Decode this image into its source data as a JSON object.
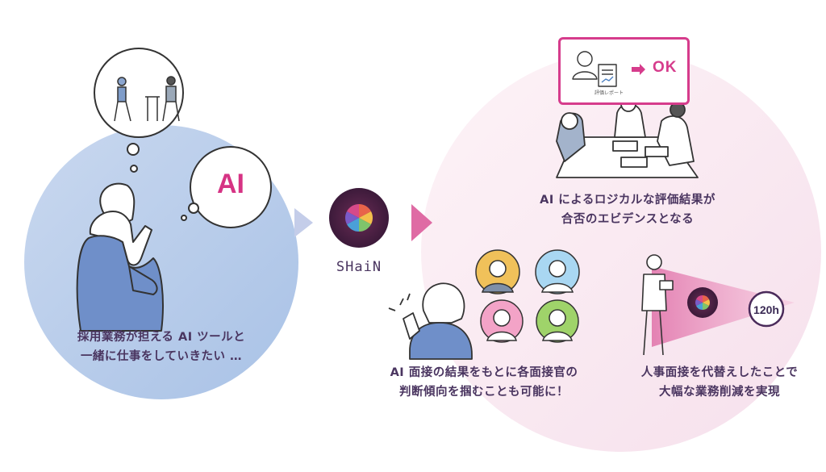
{
  "bubble": {
    "text": "AI"
  },
  "logo": {
    "label": "SHaiN"
  },
  "evaluation": {
    "ok_text": "OK",
    "report_label": "評価レポート"
  },
  "reduction": {
    "hours": "120h"
  },
  "captions": {
    "left": [
      "採用業務が担える AI ツールと",
      "一緒に仕事をしていきたい …"
    ],
    "top_right": [
      "AI によるロジカルな評価結果が",
      "合否のエビデンスとなる"
    ],
    "bottom_middle": [
      "AI 面接の結果をもとに各面接官の",
      "判断傾向を掴むことも可能に！"
    ],
    "bottom_right": [
      "人事面接を代替えしたことで",
      "大幅な業務削減を実現"
    ]
  },
  "colors": {
    "left_circle": "#b8cdea",
    "right_circle": "#f8e6ef",
    "accent_pink": "#d63c8c",
    "text_purple": "#4a3560",
    "logo_bg": "#4a2040"
  }
}
